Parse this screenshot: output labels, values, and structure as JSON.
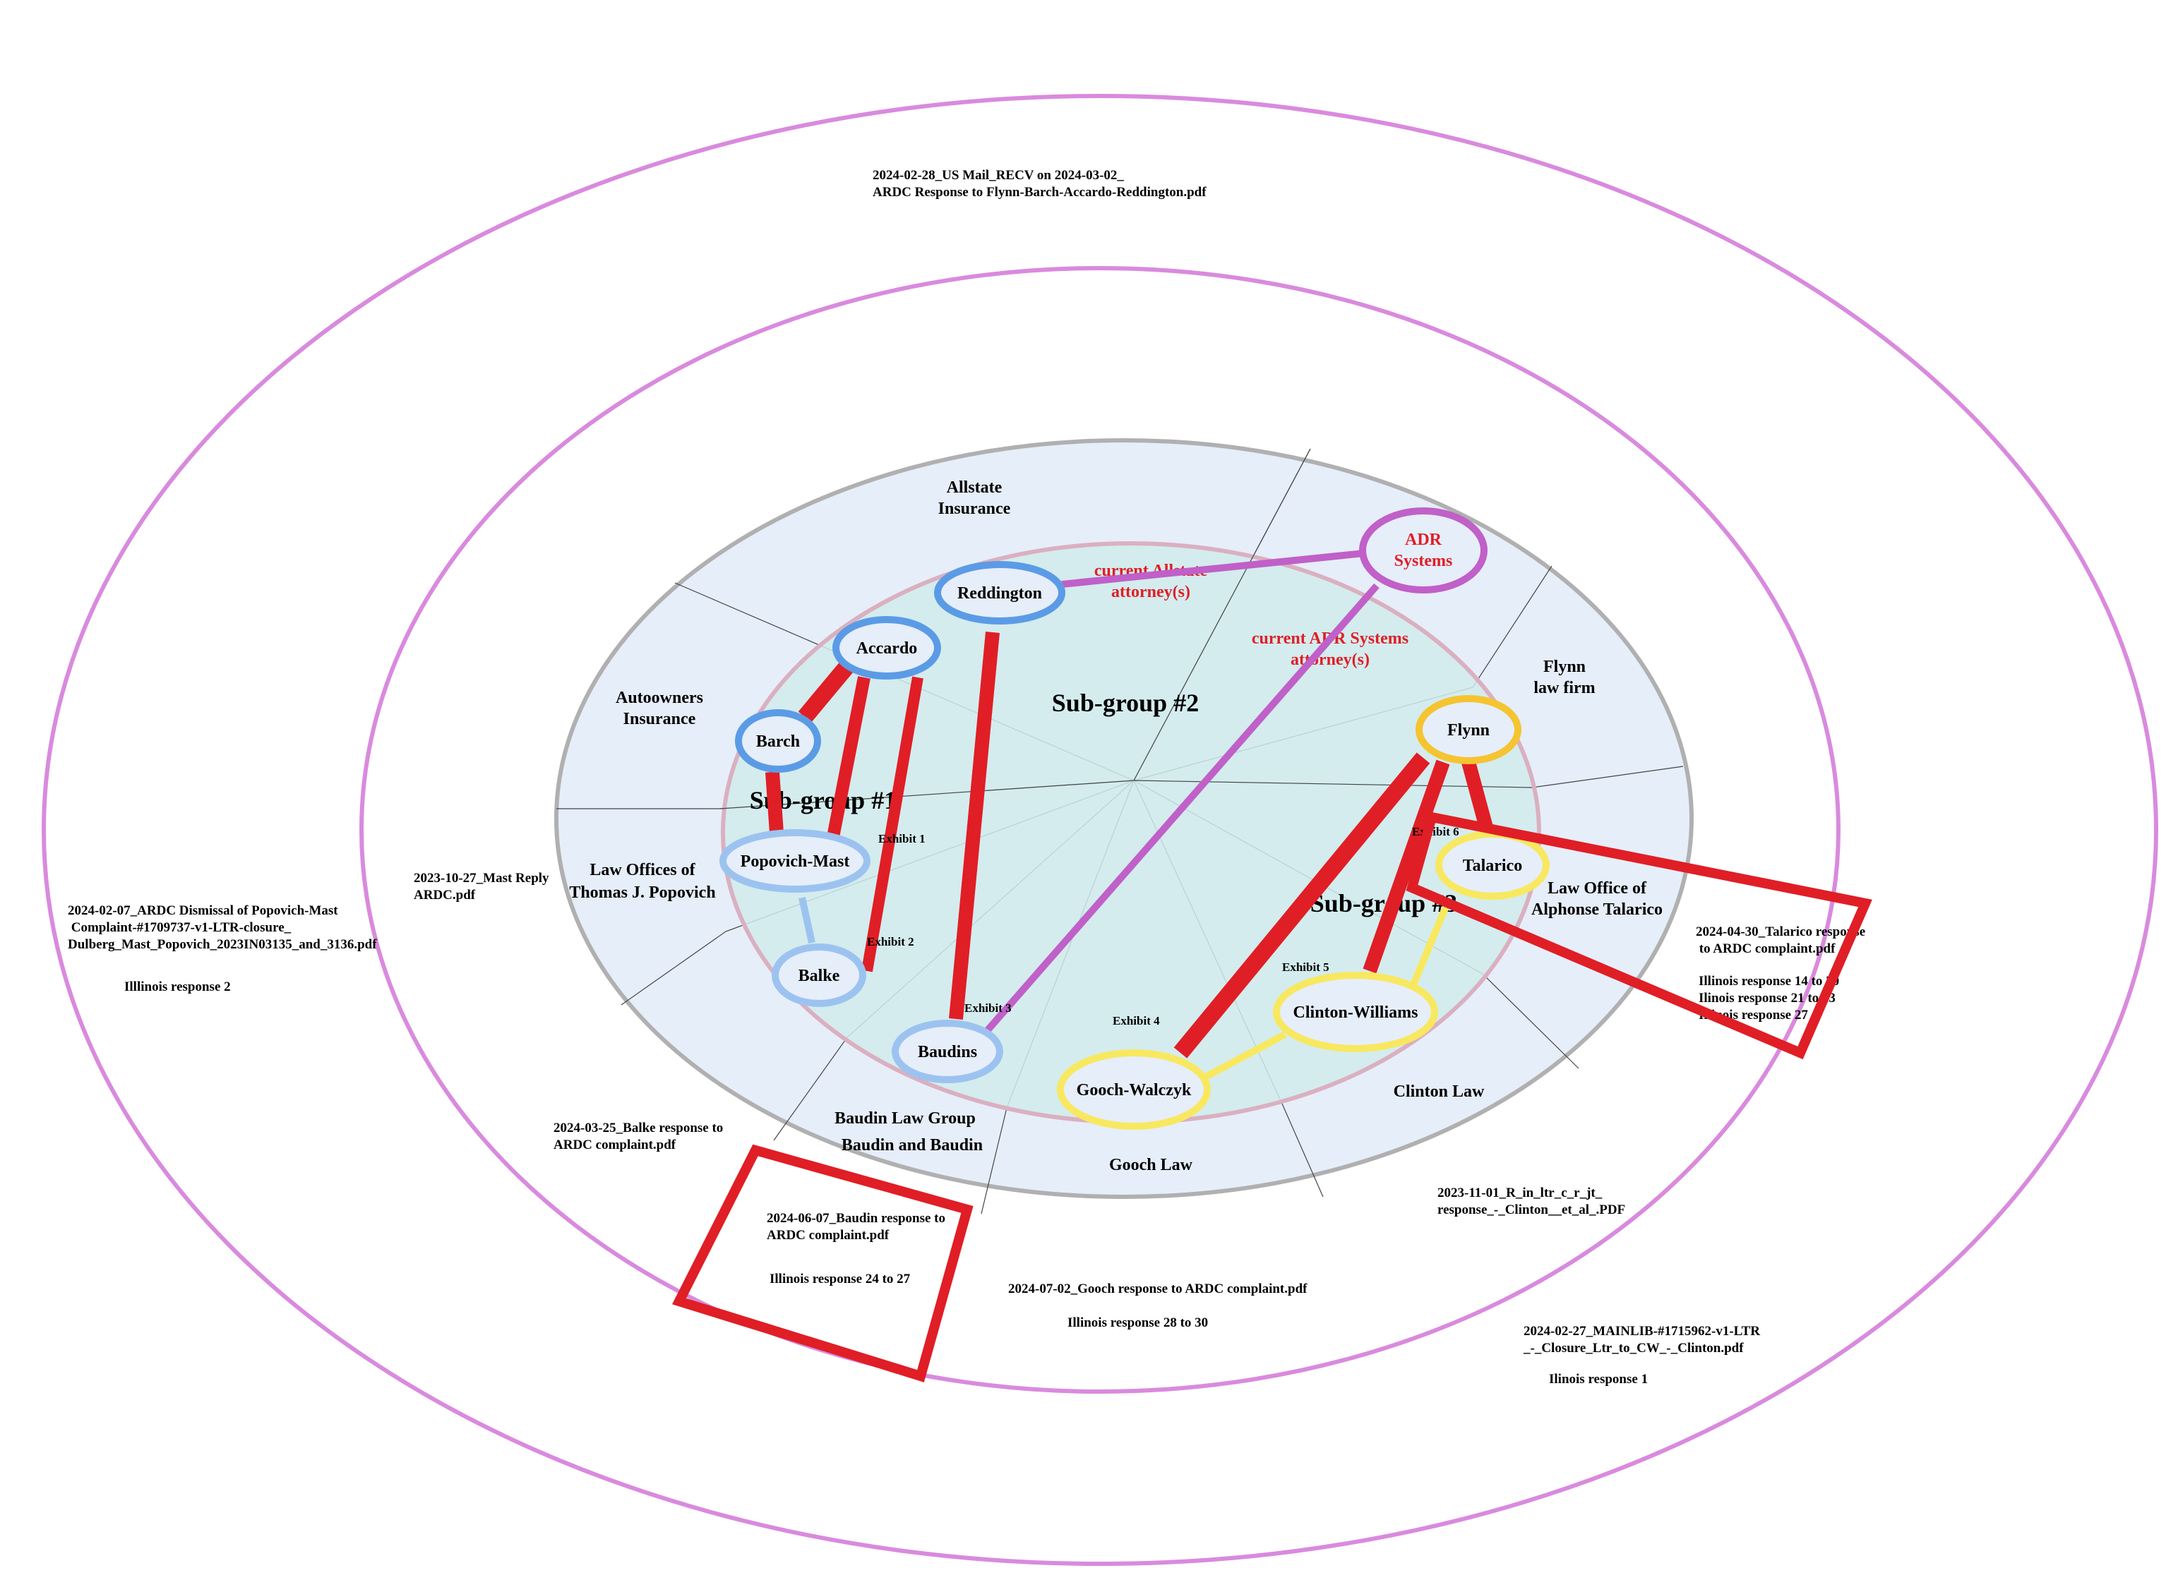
{
  "colors": {
    "outer_ring": "#d98ade",
    "grey_ring": "#b0b0b0",
    "grey_fill": "#e6eefa",
    "inner_fill": "#d0ebeb",
    "inner_stroke": "#dab0c0",
    "red": "#e01e26",
    "purple": "#c060c8",
    "blue": "#5b9be6",
    "light_blue": "#9cc3f0",
    "yellow": "#f8e860",
    "gold": "#f5c430"
  },
  "subgroups": [
    "Sub-group #1",
    "Sub-group #2",
    "Sub-group #3"
  ],
  "firms": {
    "allstate": [
      "Allstate",
      "Insurance"
    ],
    "autoowners": [
      "Autoowners",
      "Insurance"
    ],
    "popovich": [
      "Law Offices of",
      "Thomas J. Popovich"
    ],
    "baudin": [
      "Baudin Law Group",
      "Baudin and Baudin"
    ],
    "gooch": "Gooch Law",
    "clinton": "Clinton Law",
    "talarico": [
      "Law Office of",
      "Alphonse Talarico"
    ],
    "flynn": [
      "Flynn",
      "law firm"
    ]
  },
  "nodes": {
    "reddington": "Reddington",
    "accardo": "Accardo",
    "barch": "Barch",
    "popovich_mast": "Popovich-Mast",
    "balke": "Balke",
    "baudins": "Baudins",
    "adr": [
      "ADR",
      "Systems"
    ],
    "flynn": "Flynn",
    "talarico": "Talarico",
    "clinton_williams": "Clinton-Williams",
    "gooch_walczyk": "Gooch-Walczyk"
  },
  "notes": {
    "allstate_attorneys": [
      "current Allstate",
      "attorney(s)"
    ],
    "adr_attorneys": [
      "current ADR Systems",
      "attorney(s)"
    ]
  },
  "exhibits": [
    "Exhibit 1",
    "Exhibit 2",
    "Exhibit 3",
    "Exhibit 4",
    "Exhibit 5",
    "Exhibit 6"
  ],
  "documents": {
    "top": [
      "2024-02-28_US Mail_RECV on 2024-03-02_",
      "ARDC Response to Flynn-Barch-Accardo-Reddington.pdf"
    ],
    "dismissal": [
      "2024-02-07_ARDC Dismissal of Popovich-Mast",
      " Complaint-#1709737-v1-LTR-closure_",
      "Dulberg_Mast_Popovich_2023IN03135_and_3136.pdf"
    ],
    "dismissal_ref": "Illlinois response 2",
    "mast_reply": [
      "2023-10-27_Mast Reply",
      "ARDC.pdf"
    ],
    "balke": [
      "2024-03-25_Balke response to",
      "ARDC complaint.pdf"
    ],
    "baudin": [
      "2024-06-07_Baudin response to",
      "ARDC complaint.pdf"
    ],
    "baudin_ref": "Illinois response 24 to 27",
    "gooch": "2024-07-02_Gooch response to ARDC complaint.pdf",
    "gooch_ref": "Illinois response 28 to 30",
    "clinton": [
      "2023-11-01_R_in_ltr_c_r_jt_",
      "response_-_Clinton__et_al_.PDF"
    ],
    "mainlib": [
      "2024-02-27_MAINLIB-#1715962-v1-LTR",
      "_-_Closure_Ltr_to_CW_-_Clinton.pdf"
    ],
    "mainlib_ref": "Ilinois response 1",
    "talarico": [
      "2024-04-30_Talarico response",
      " to ARDC complaint.pdf"
    ],
    "talarico_refs": [
      "Illinois response 14 to 20",
      "Ilinois response 21 to 23",
      "Illinois response 27"
    ]
  }
}
